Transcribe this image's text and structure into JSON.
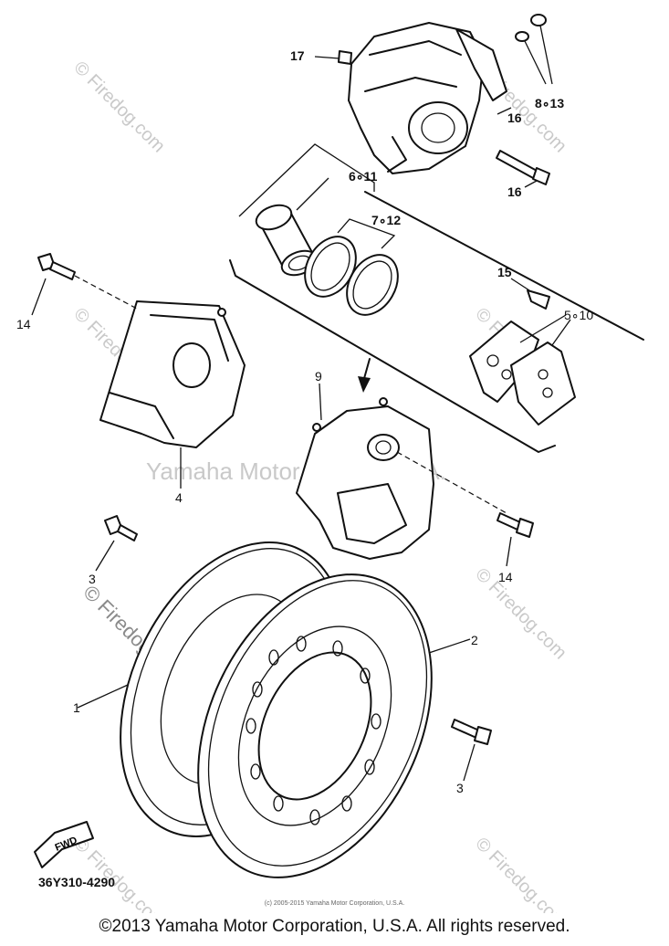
{
  "watermarks": {
    "center": "Yamaha Motor Corp., U.S.A.",
    "firedog": "© Firedog.com"
  },
  "labels": {
    "p1": "1",
    "p2": "2",
    "p3a": "3",
    "p3b": "3",
    "p4": "4",
    "p5_10": "5∘10",
    "p6_11": "6∘11",
    "p7_12": "7∘12",
    "p8_13": "8∘13",
    "p9": "9",
    "p14a": "14",
    "p14b": "14",
    "p15": "15",
    "p16a": "16",
    "p16b": "16",
    "p17": "17"
  },
  "fwd": "FWD",
  "diagram_code": "36Y310-4290",
  "small_notice": "(c) 2005-2015 Yamaha Motor Corporation, U.S.A.",
  "copyright": "©2013 Yamaha Motor Corporation, U.S.A. All rights reserved."
}
